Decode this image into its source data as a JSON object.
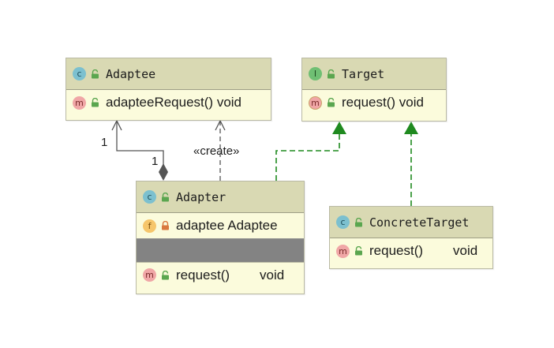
{
  "diagram": {
    "classes": {
      "adaptee": {
        "kind_glyph": "c",
        "name": "Adaptee",
        "methods": [
          {
            "kind_glyph": "m",
            "signature": "adapteeRequest() void"
          }
        ]
      },
      "target": {
        "kind_glyph": "I",
        "name": "Target",
        "methods": [
          {
            "kind_glyph": "m",
            "signature": "request() void"
          }
        ]
      },
      "adapter": {
        "kind_glyph": "c",
        "name": "Adapter",
        "fields": [
          {
            "kind_glyph": "f",
            "signature": "adaptee Adaptee"
          }
        ],
        "methods": [
          {
            "kind_glyph": "m",
            "name": "request()",
            "type": "void"
          }
        ]
      },
      "concrete_target": {
        "kind_glyph": "c",
        "name": "ConcreteTarget",
        "methods": [
          {
            "kind_glyph": "m",
            "name": "request()",
            "type": "void"
          }
        ]
      }
    },
    "edges": {
      "composition": {
        "source_multiplicity": "1",
        "target_multiplicity": "1"
      },
      "dependency": {
        "stereotype": "«create»"
      }
    },
    "colors": {
      "header_fill": "#d9d9b3",
      "body_fill": "#fbfbdc",
      "realization_line": "#1f8a1f",
      "association_line": "#555555"
    }
  }
}
